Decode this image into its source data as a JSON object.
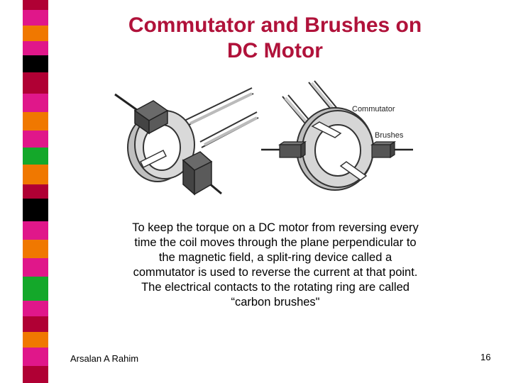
{
  "slide": {
    "title_line1": "Commutator and Brushes on",
    "title_line2": "DC Motor",
    "body_lines": [
      "To keep the torque on a DC motor from reversing every",
      "time the coil moves through the plane perpendicular to",
      "the magnetic field, a split-ring device called a",
      "commutator is used to reverse the current at that point.",
      "The electrical contacts to the rotating ring are called",
      "“carbon brushes\""
    ],
    "author": "Arsalan A Rahim",
    "page_number": "16"
  },
  "figure": {
    "label_commutator": "Commutator",
    "label_brushes": "Brushes"
  },
  "theme": {
    "title_color": "#b0123a",
    "stripe_colors": [
      "#e0178a",
      "#f07800",
      "#14a82a",
      "#b00034",
      "#000000"
    ]
  }
}
